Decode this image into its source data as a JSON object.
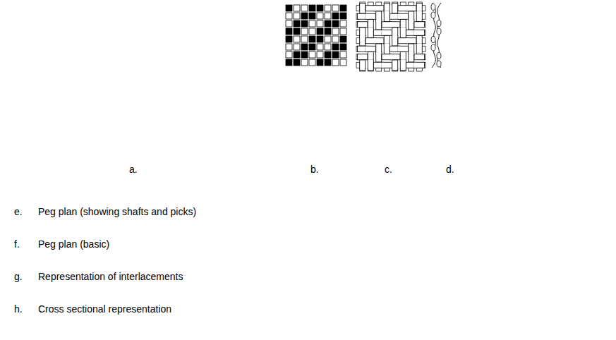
{
  "diagram": {
    "labels": [
      "a.",
      "b.",
      "c.",
      "d.",
      "e.",
      "Peg plan (showing shafts and picks)",
      "f.",
      "Peg plan (basic)",
      "g.",
      "Representation of interlacements",
      "h.",
      "Cross sectional representation"
    ]
  }
}
